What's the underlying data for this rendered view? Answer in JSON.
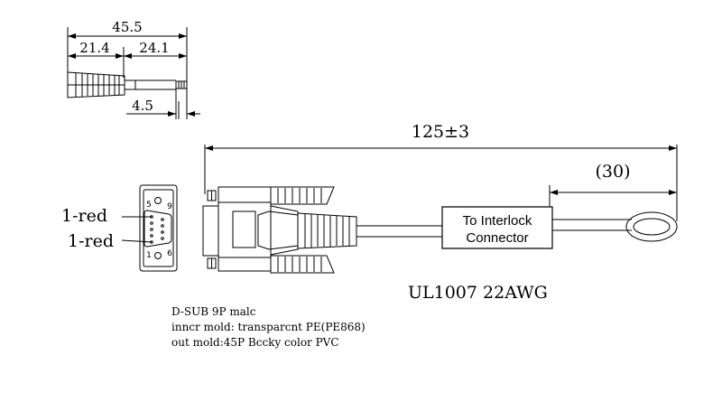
{
  "dimensions": {
    "overall_small": "45.5",
    "left_segment": "21.4",
    "right_segment": "24.1",
    "tip_length": "4.5",
    "cable_length": "125±3",
    "loop_length": "(30)"
  },
  "connector": {
    "pin_labels": {
      "top_left": "5",
      "top_right": "9",
      "bottom_left": "1",
      "bottom_right": "6"
    },
    "wire_labels": [
      "1-red",
      "1-red"
    ]
  },
  "interlock_box": {
    "line1": "To Interlock",
    "line2": "Connector"
  },
  "cable_spec": "UL1007 22AWG",
  "notes": [
    "D-SUB 9P malc",
    "inncr mold: transparcnt PE(PE868)",
    "out mold:45P Bccky color PVC"
  ]
}
